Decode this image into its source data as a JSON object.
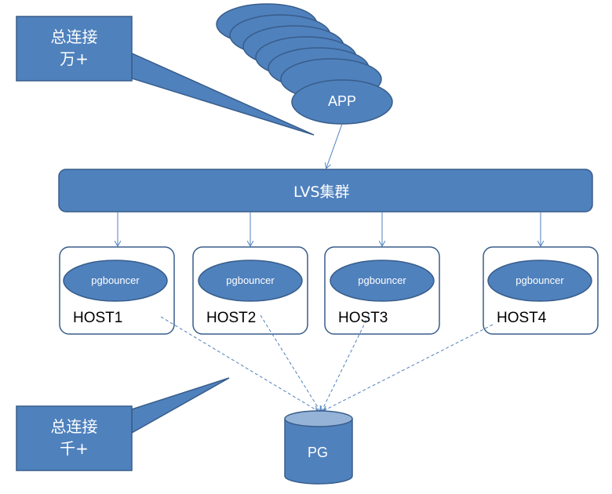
{
  "callouts": [
    {
      "line1": "总连接",
      "line2": "万+"
    },
    {
      "line1": "总连接",
      "line2": "千+"
    }
  ],
  "app": {
    "label": "APP"
  },
  "lvs": {
    "label": "LVS集群"
  },
  "hosts": [
    {
      "host": "HOST1",
      "pool": "pgbouncer"
    },
    {
      "host": "HOST2",
      "pool": "pgbouncer"
    },
    {
      "host": "HOST3",
      "pool": "pgbouncer"
    },
    {
      "host": "HOST4",
      "pool": "pgbouncer"
    }
  ],
  "db": {
    "label": "PG"
  },
  "colors": {
    "fill": "#4f81bd",
    "stroke": "#385d8a",
    "host_border": "#385d8a",
    "connector": "#4f81bd"
  }
}
